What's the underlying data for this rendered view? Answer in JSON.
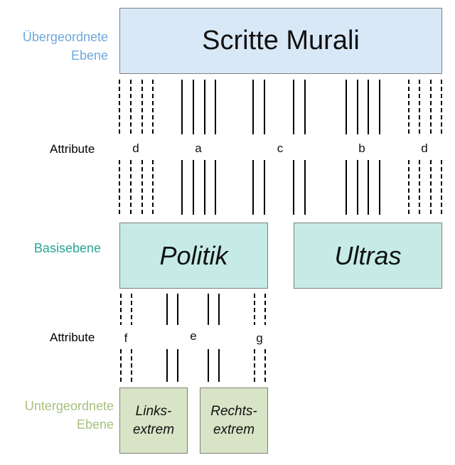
{
  "levels": {
    "top": {
      "line1": "Übergeordnete",
      "line2": "Ebene",
      "color": "#6fa8dc"
    },
    "basic": {
      "label": "Basisebene",
      "color": "#2aa596"
    },
    "sub": {
      "line1": "Untergeordnete",
      "line2": "Ebene",
      "color": "#a8c17d"
    }
  },
  "boxes": {
    "top": "Scritte Murali",
    "politik": "Politik",
    "ultras": "Ultras",
    "links_1": "Links-",
    "links_2": "extrem",
    "rechts_1": "Rechts-",
    "rechts_2": "extrem"
  },
  "attributes_label": "Attribute",
  "attributes_top": [
    "d",
    "a",
    "c",
    "b",
    "d"
  ],
  "attributes_bottom": [
    "f",
    "e",
    "g"
  ],
  "colors": {
    "top_box": "#d9e8f7",
    "basic_box": "#c6ebe7",
    "sub_box": "#d8e4c6",
    "line": "#000000"
  }
}
